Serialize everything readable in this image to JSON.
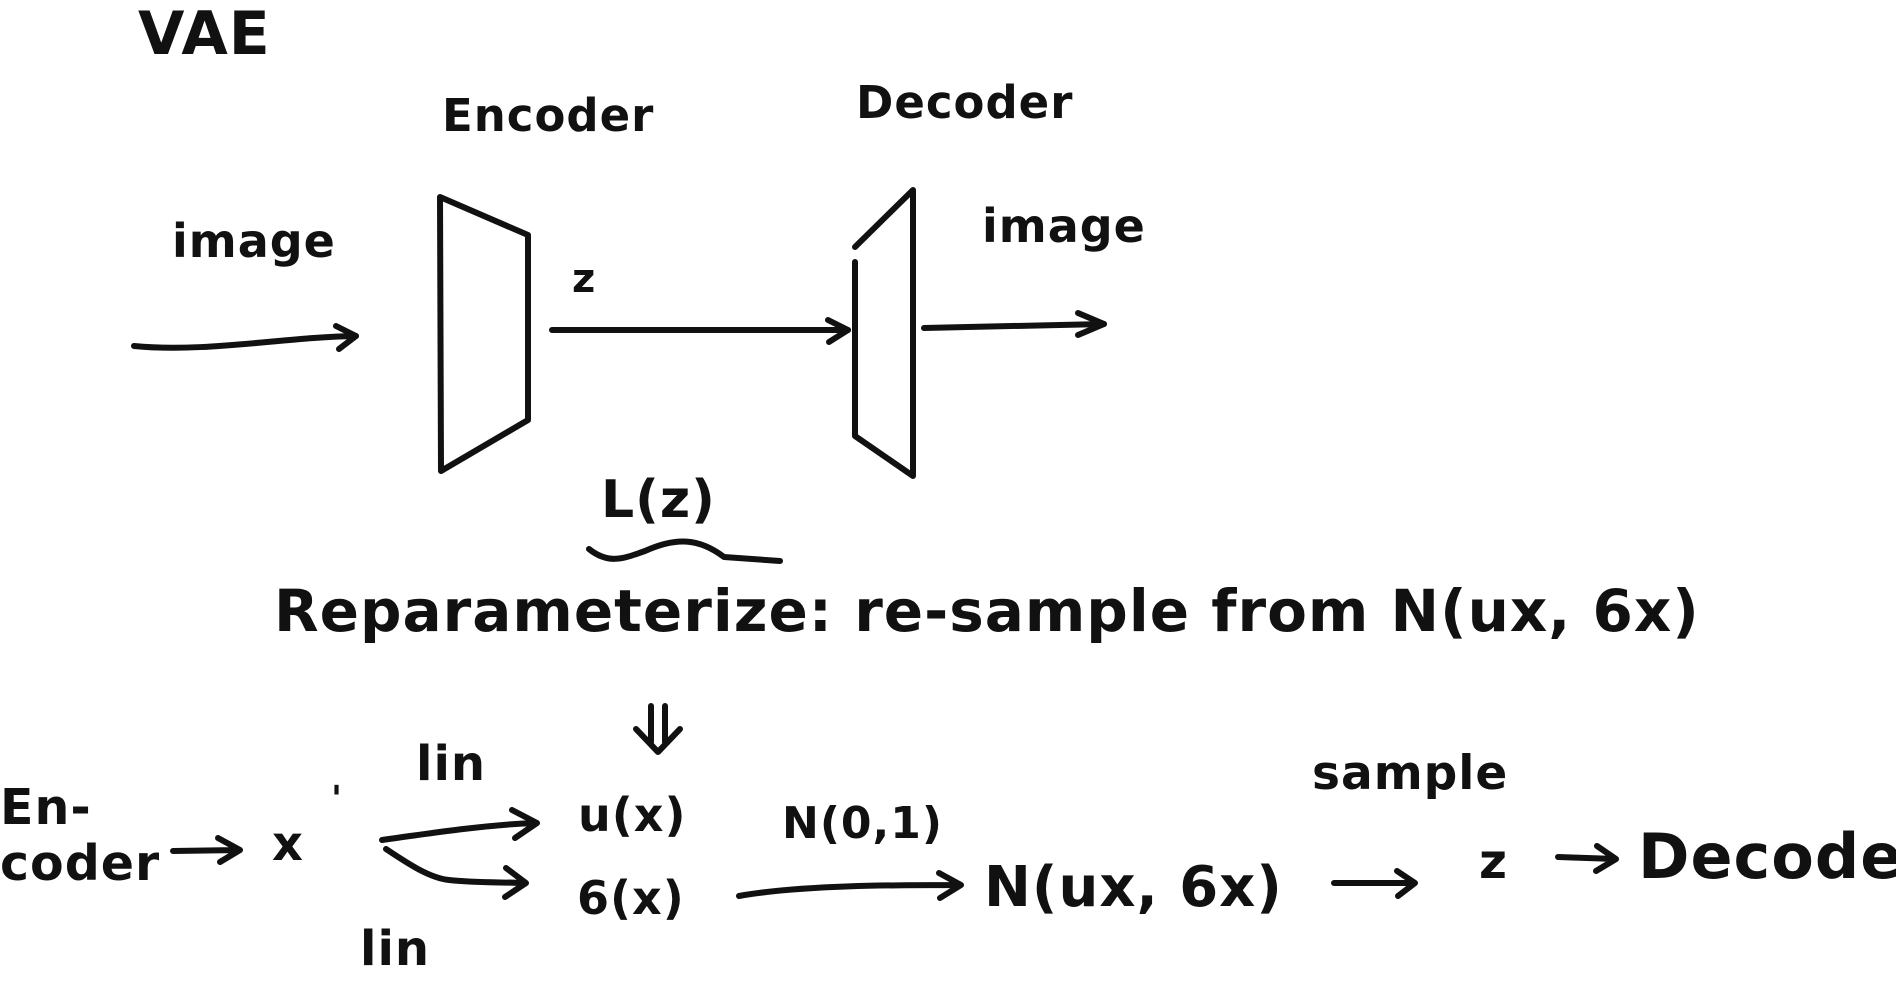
{
  "title": "VAE",
  "labels": {
    "encoder": "Encoder",
    "decoder": "Decoder",
    "image_in": "image",
    "image_out": "image",
    "z_top": "z",
    "loss": "L(z)",
    "reparam": "Reparameterize: re-sample from N(ux, 6x)",
    "double_down": "⇓",
    "encoder_left": "En-\ncoder",
    "x": "x",
    "tick": "'",
    "lin_top": "lin",
    "lin_bottom": "lin",
    "mu_x": "u(x)",
    "sigma_x": "6(x)",
    "normal01": "N(0,1)",
    "normal_sample": "N(ux, 6x)",
    "sample": "sample",
    "z_bottom": "z",
    "decoder_right": "Decoder"
  },
  "colors": {
    "ink": "#111111",
    "background": "#ffffff"
  }
}
